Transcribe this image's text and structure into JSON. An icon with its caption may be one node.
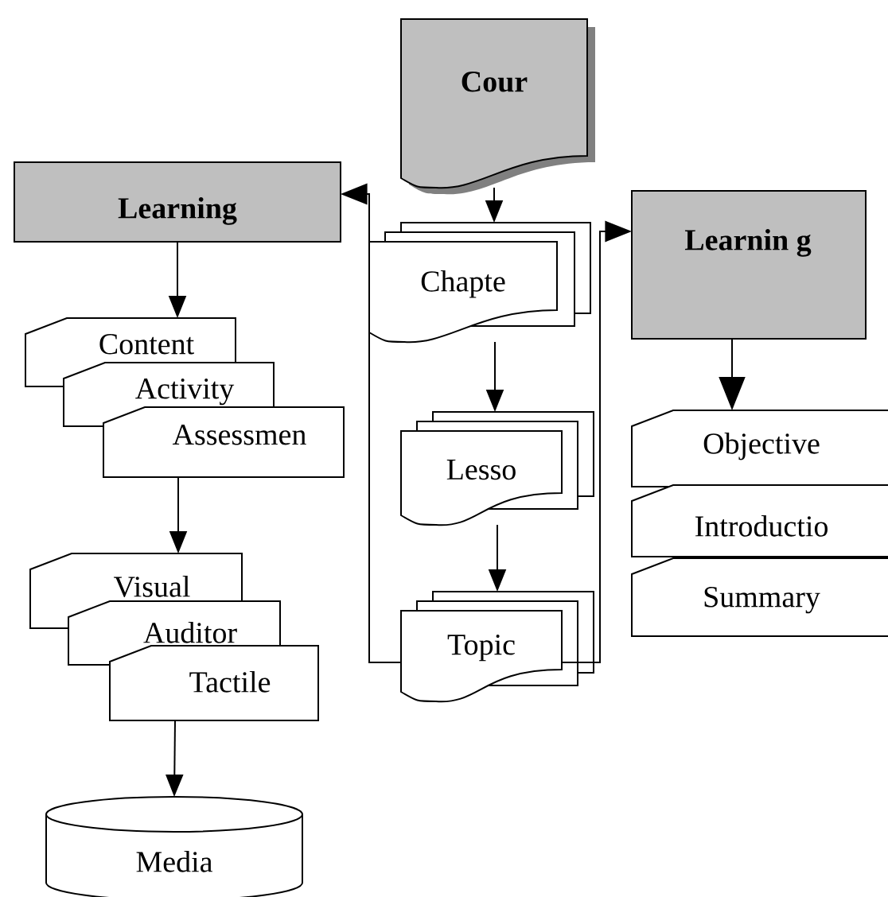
{
  "diagram": {
    "nodes": [
      {
        "text": [
          "Cour"
        ]
      },
      {
        "text": [
          "Learning"
        ]
      },
      {
        "text": [
          "Chapte"
        ]
      },
      {
        "text": [
          "Learnin g"
        ]
      },
      {
        "text": [
          "Content"
        ]
      },
      {
        "text": [
          "Activity"
        ]
      },
      {
        "text": [
          "Assessmen"
        ]
      },
      {
        "text": [
          "Lesso"
        ]
      },
      {
        "text": [
          "Objective"
        ]
      },
      {
        "text": [
          "Introductio"
        ]
      },
      {
        "text": [
          "Summary"
        ]
      },
      {
        "text": [
          "Visual"
        ]
      },
      {
        "text": [
          "Auditor"
        ]
      },
      {
        "text": [
          "Tactile"
        ]
      },
      {
        "text": [
          "Topic"
        ]
      },
      {
        "text": [
          "Media"
        ]
      }
    ],
    "edges": [
      {
        "from": 0,
        "to": 2,
        "arrow": "to"
      },
      {
        "from": 2,
        "to": 7,
        "arrow": "to"
      },
      {
        "from": 7,
        "to": 14,
        "arrow": "to"
      },
      {
        "from": 14,
        "to": 1,
        "arrow": "to"
      },
      {
        "from": 14,
        "to": 3,
        "arrow": "to"
      },
      {
        "from": 1,
        "to": 4,
        "arrow": "to"
      },
      {
        "from": 6,
        "to": 11,
        "arrow": "to"
      },
      {
        "from": 13,
        "to": 15,
        "arrow": "to"
      },
      {
        "from": 3,
        "to": 8,
        "arrow": "to"
      }
    ]
  }
}
